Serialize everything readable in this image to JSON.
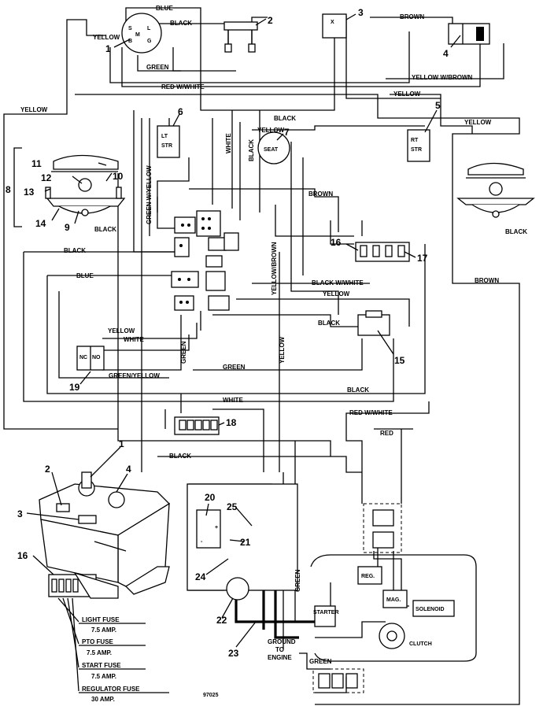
{
  "diagram": {
    "callouts": [
      "1",
      "2",
      "3",
      "4",
      "5",
      "6",
      "7",
      "8",
      "9",
      "10",
      "11",
      "12",
      "13",
      "14",
      "15",
      "16",
      "17",
      "18",
      "19",
      "20",
      "21",
      "22",
      "23",
      "24",
      "25"
    ],
    "wire_labels": {
      "blue_top": "BLUE",
      "black_top": "BLACK",
      "yellow_sw": "YELLOW",
      "green_sw": "GREEN",
      "brown_top": "BROWN",
      "red_white_top": "RED W/WHITE",
      "yellow_brown_top": "YELLOW W/BROWN",
      "yellow_mid": "YELLOW",
      "yellow_left": "YELLOW",
      "yellow_right": "YELLOW",
      "black_seat": "BLACK",
      "yellow_seat": "YELLOW",
      "white_vert": "WHITE",
      "black_vert": "BLACK",
      "green_yellow_vert": "GREEN W/YELLOW",
      "brown_mid": "BROWN",
      "black_lamp_left": "BLACK",
      "black_lamp_right": "BLACK",
      "black_left": "BLACK",
      "yellow_brown_vert": "YELLOW/BROWN",
      "blue_left": "BLUE",
      "black_white_mid": "BLACK W/WHITE",
      "yellow_low": "YELLOW",
      "brown_right": "BROWN",
      "black_low": "BLACK",
      "yellow_19": "YELLOW",
      "white_19": "WHITE",
      "green_vert": "GREEN",
      "yellow_vert": "YELLOW",
      "green_mid": "GREEN",
      "green_yellow_low": "GREEN/YELLOW",
      "black_bottom": "BLACK",
      "white_18": "WHITE",
      "red_white_low": "RED W/WHITE",
      "red_low": "RED",
      "black_lower": "BLACK",
      "green_lower_vert": "GREEN",
      "green_bottom": "GREEN"
    },
    "component_labels": {
      "ignition_s": "S",
      "ignition_l": "L",
      "ignition_b": "B",
      "ignition_g": "G",
      "ignition_m": "M",
      "lt_str": "LT\nSTR",
      "rt_str": "RT\nSTR",
      "seat": "SEAT",
      "nc": "NC",
      "no": "NO",
      "starter": "STARTER",
      "reg": "REG.",
      "mag": "MAG.",
      "solenoid": "SOLENOID",
      "clutch": "CLUTCH",
      "ground_to_engine": [
        "GROUND",
        "TO",
        "ENGINE"
      ],
      "plus": "+",
      "minus": "-"
    },
    "fuse_notes": [
      {
        "name": "LIGHT FUSE",
        "rating": "7.5 AMP."
      },
      {
        "name": "PTO FUSE",
        "rating": "7.5 AMP."
      },
      {
        "name": "START FUSE",
        "rating": "7.5 AMP."
      },
      {
        "name": "REGULATOR FUSE",
        "rating": "30 AMP."
      }
    ],
    "drawing_number": "97025"
  }
}
